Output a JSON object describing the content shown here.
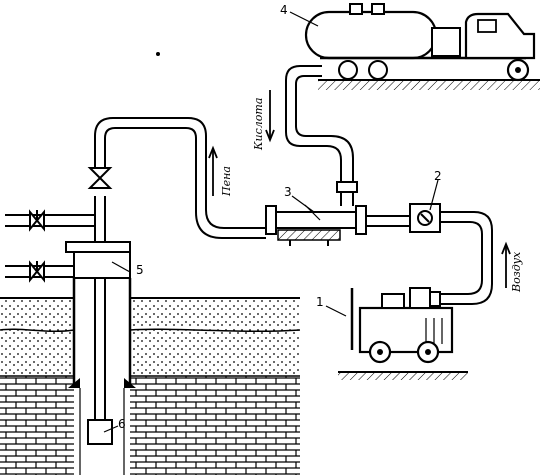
{
  "labels": {
    "truck": "4",
    "compressor": "1",
    "valve_unit": "2",
    "mixer": "3",
    "wellhead": "5",
    "bottom_tool": "6"
  },
  "flows": {
    "acid": "Кислота",
    "foam": "Пена",
    "air": "Воздух"
  },
  "colors": {
    "line": "#000000",
    "background": "#ffffff"
  }
}
